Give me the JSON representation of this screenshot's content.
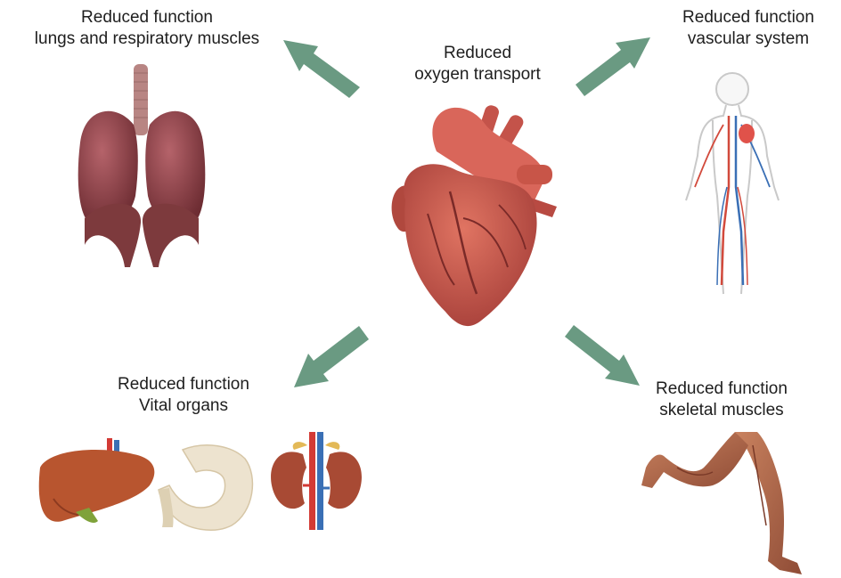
{
  "center": {
    "line1": "Reduced",
    "line2": "oxygen transport"
  },
  "lungs": {
    "line1": "Reduced function",
    "line2": "lungs and respiratory muscles"
  },
  "vascular": {
    "line1": "Reduced function",
    "line2": "vascular system"
  },
  "vital": {
    "line1": "Reduced function",
    "line2": "Vital organs"
  },
  "skeletal": {
    "line1": "Reduced function",
    "line2": "skeletal muscles"
  },
  "colors": {
    "arrow": "#6a9a82",
    "heart": "#c8554a",
    "lung": "#8e3f43",
    "liver": "#b8552f",
    "muscle": "#b06a4c"
  },
  "icons": [
    "heart-illustration",
    "lungs-illustration",
    "vascular-body-illustration",
    "liver-illustration",
    "stomach-illustration",
    "kidneys-illustration",
    "running-leg-muscles-illustration"
  ]
}
